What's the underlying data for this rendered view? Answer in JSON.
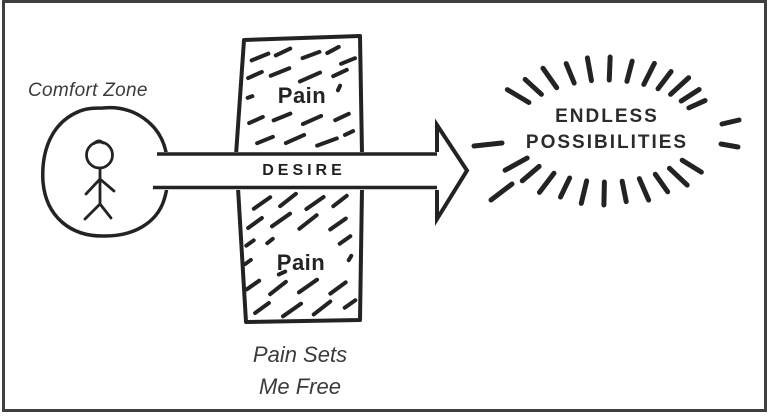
{
  "diagram": {
    "comfort_zone_label": "Comfort Zone",
    "pain_top_label": "Pain",
    "pain_bottom_label": "Pain",
    "desire_label": "DESIRE",
    "endless_line1": "ENDLESS",
    "endless_line2": "POSSIBILITIES",
    "caption_line1": "Pain Sets",
    "caption_line2": "Me Free",
    "colors": {
      "ink": "#232323",
      "caption_text": "#3b3b3b",
      "frame": "#3f3f3f",
      "background": "#ffffff"
    }
  }
}
